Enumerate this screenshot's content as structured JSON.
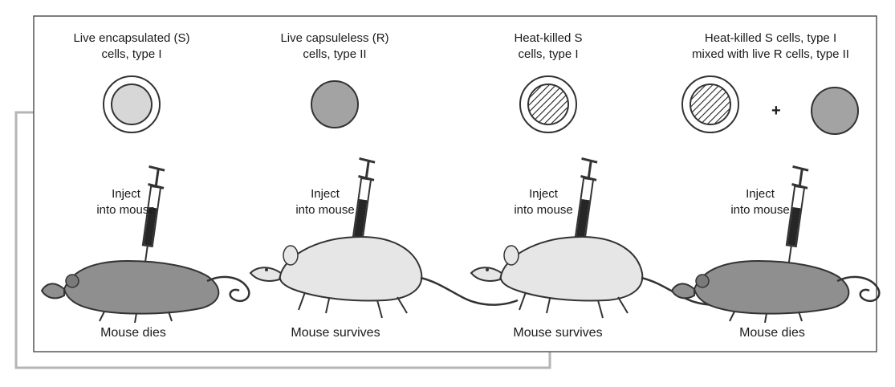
{
  "panels": [
    {
      "title_line1": "Live encapsulated (S)",
      "title_line2": "cells, type I",
      "inject_line1": "Inject",
      "inject_line2": "into mouse",
      "result": "Mouse dies"
    },
    {
      "title_line1": "Live capsuleless (R)",
      "title_line2": "cells, type II",
      "inject_line1": "Inject",
      "inject_line2": "into mouse",
      "result": "Mouse survives"
    },
    {
      "title_line1": "Heat-killed S",
      "title_line2": "cells, type I",
      "inject_line1": "Inject",
      "inject_line2": "into mouse",
      "result": "Mouse survives"
    },
    {
      "title_line1": "Heat-killed S cells, type I",
      "title_line2": "mixed with live R cells, type II",
      "inject_line1": "Inject",
      "inject_line2": "into mouse",
      "result": "Mouse dies"
    }
  ],
  "plus_sign": "+",
  "colors": {
    "cell_fill": "#a3a3a3",
    "mouse_fill": "#8f8f8f",
    "syringe_fluid": "#262626",
    "frame": "#555555"
  }
}
